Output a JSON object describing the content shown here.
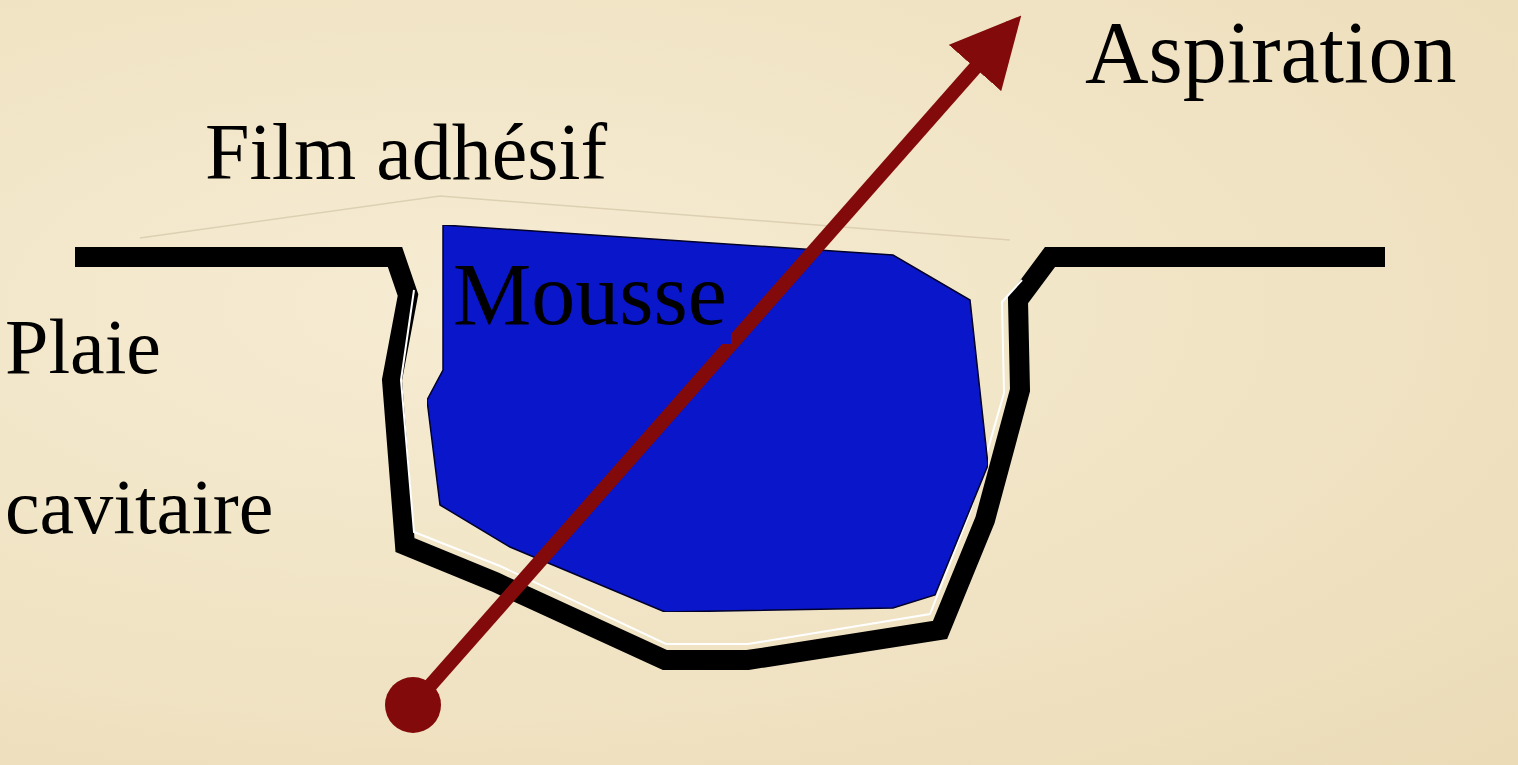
{
  "diagram": {
    "nodes": [
      {
        "text": [
          "Mousse"
        ]
      }
    ],
    "labels": [
      "Film adhésif",
      "Plaie cavitaire",
      "Aspiration"
    ]
  }
}
